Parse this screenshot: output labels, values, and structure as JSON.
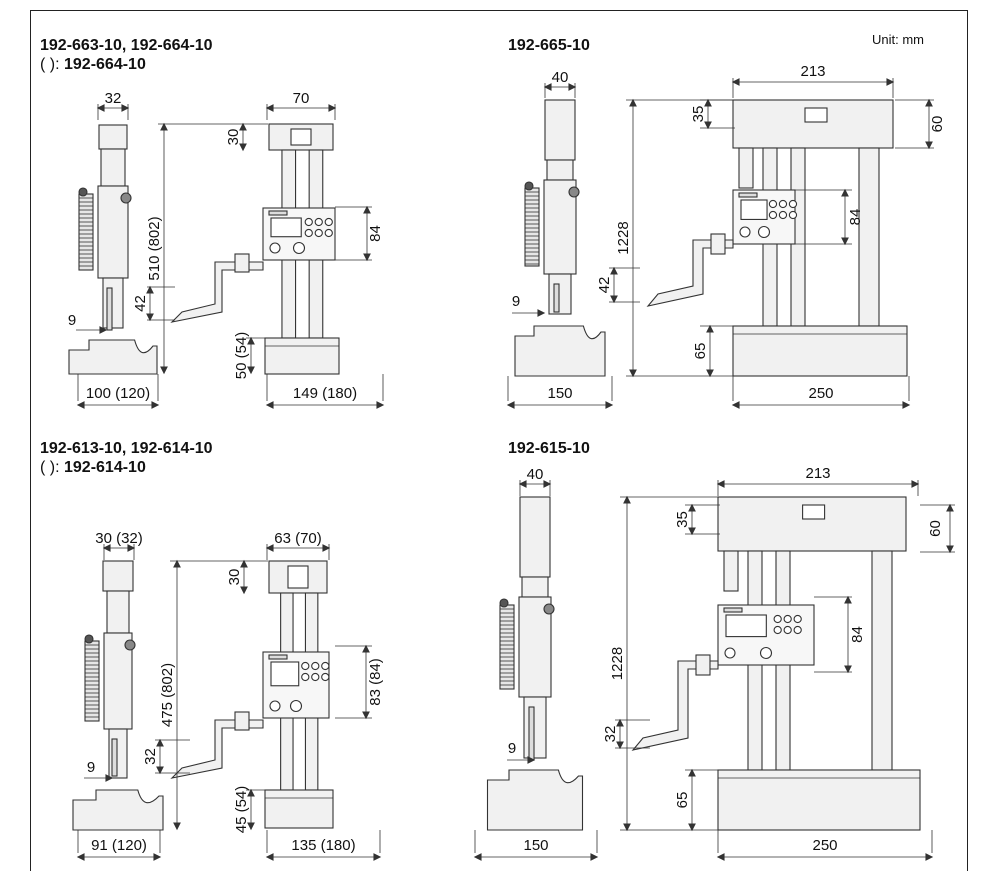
{
  "unit_label": "Unit: mm",
  "panels": [
    {
      "title": "192-663-10, 192-664-10",
      "paren_label": "(   ): ",
      "paren_model": "192-664-10",
      "dims": {
        "w_column": "32",
        "w_head": "70",
        "h_head": "30",
        "h_total": "510 (802)",
        "h_display": "84",
        "h_jaw": "42",
        "w_tip": "9",
        "h_base": "50 (54)",
        "w_base_side": "100 (120)",
        "w_base_front": "149 (180)"
      }
    },
    {
      "title": "192-665-10",
      "dims": {
        "w_column": "40",
        "w_beam": "213",
        "h_top": "35",
        "h_beam": "60",
        "h_total": "1228",
        "h_display": "84",
        "h_jaw": "42",
        "w_tip": "9",
        "h_base": "65",
        "w_base_side": "150",
        "w_base_front": "250"
      }
    },
    {
      "title": "192-613-10, 192-614-10",
      "paren_label": "(   ): ",
      "paren_model": "192-614-10",
      "dims": {
        "w_column": "30 (32)",
        "w_head": "63 (70)",
        "h_head": "30",
        "h_total": "475 (802)",
        "h_display": "83 (84)",
        "h_jaw": "32",
        "w_tip": "9",
        "h_base": "45 (54)",
        "w_base_side": "91 (120)",
        "w_base_front": "135 (180)"
      }
    },
    {
      "title": "192-615-10",
      "dims": {
        "w_column": "40",
        "w_beam": "213",
        "h_top": "35",
        "h_beam": "60",
        "h_total": "1228",
        "h_display": "84",
        "h_jaw": "32",
        "w_tip": "9",
        "h_base": "65",
        "w_base_side": "150",
        "w_base_front": "250"
      }
    }
  ]
}
